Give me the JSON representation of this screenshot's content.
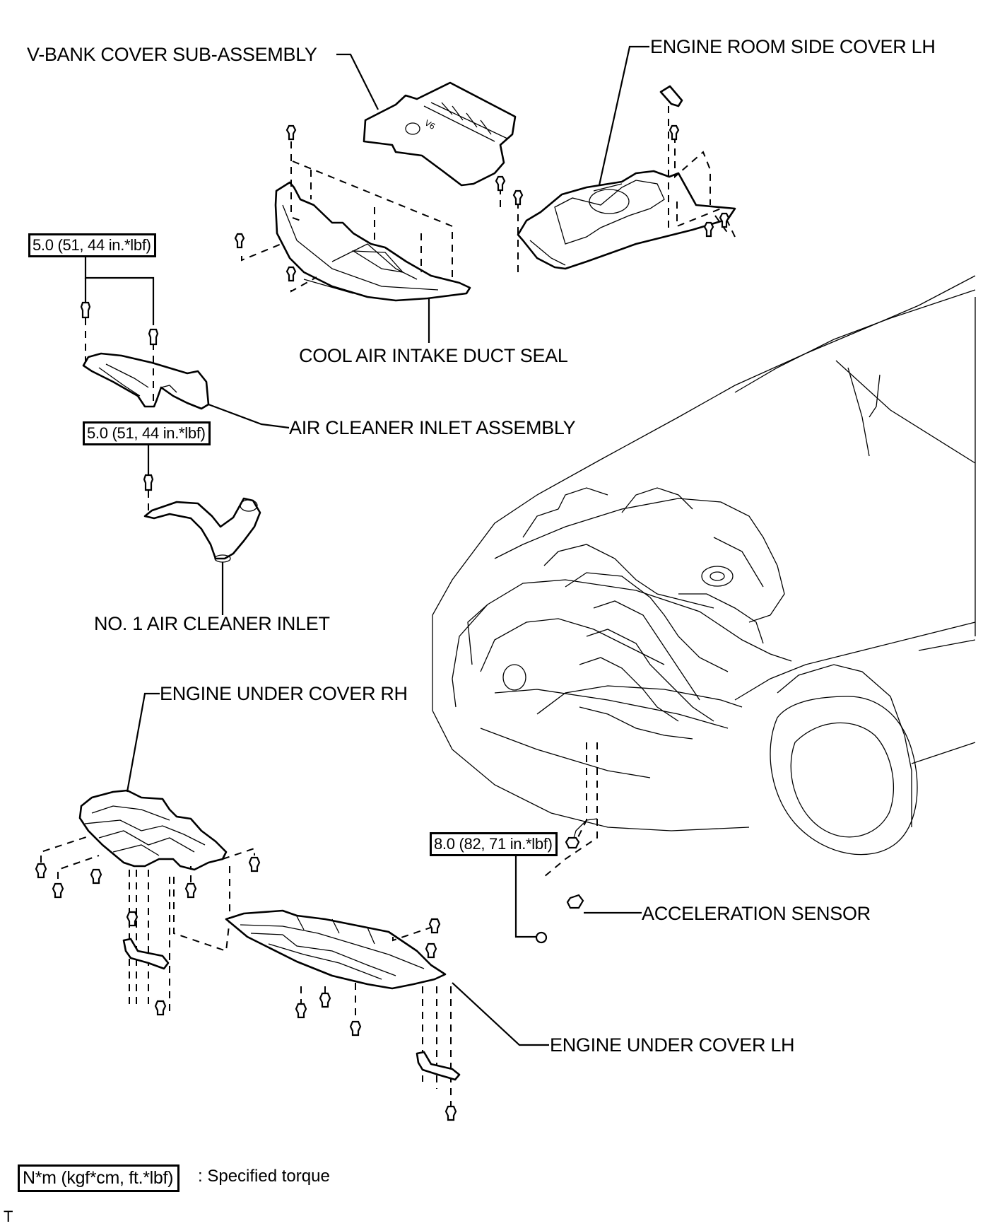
{
  "diagram": {
    "type": "exploded-parts-diagram",
    "parts": [
      {
        "id": "v-bank-cover",
        "label": "V-BANK COVER SUB-ASSEMBLY"
      },
      {
        "id": "engine-room-side-cover-lh",
        "label": "ENGINE ROOM SIDE COVER LH"
      },
      {
        "id": "cool-air-intake-duct-seal",
        "label": "COOL AIR INTAKE DUCT SEAL"
      },
      {
        "id": "air-cleaner-inlet-assembly",
        "label": "AIR CLEANER INLET ASSEMBLY"
      },
      {
        "id": "no1-air-cleaner-inlet",
        "label": "NO. 1 AIR CLEANER INLET"
      },
      {
        "id": "engine-under-cover-rh",
        "label": "ENGINE UNDER COVER RH"
      },
      {
        "id": "acceleration-sensor",
        "label": "ACCELERATION SENSOR"
      },
      {
        "id": "engine-under-cover-lh",
        "label": "ENGINE UNDER COVER LH"
      }
    ],
    "torques": [
      {
        "id": "air-cleaner-inlet-assembly-bolts",
        "value": "5.0 (51, 44 in.*lbf)"
      },
      {
        "id": "no1-air-cleaner-inlet-bolt",
        "value": "5.0 (51, 44 in.*lbf)"
      },
      {
        "id": "acceleration-sensor-nut",
        "value": "8.0 (82, 71 in.*lbf)"
      }
    ],
    "legend": {
      "box_text": "N*m (kgf*cm, ft.*lbf)",
      "description": ": Specified torque"
    },
    "corner_mark": "T"
  }
}
